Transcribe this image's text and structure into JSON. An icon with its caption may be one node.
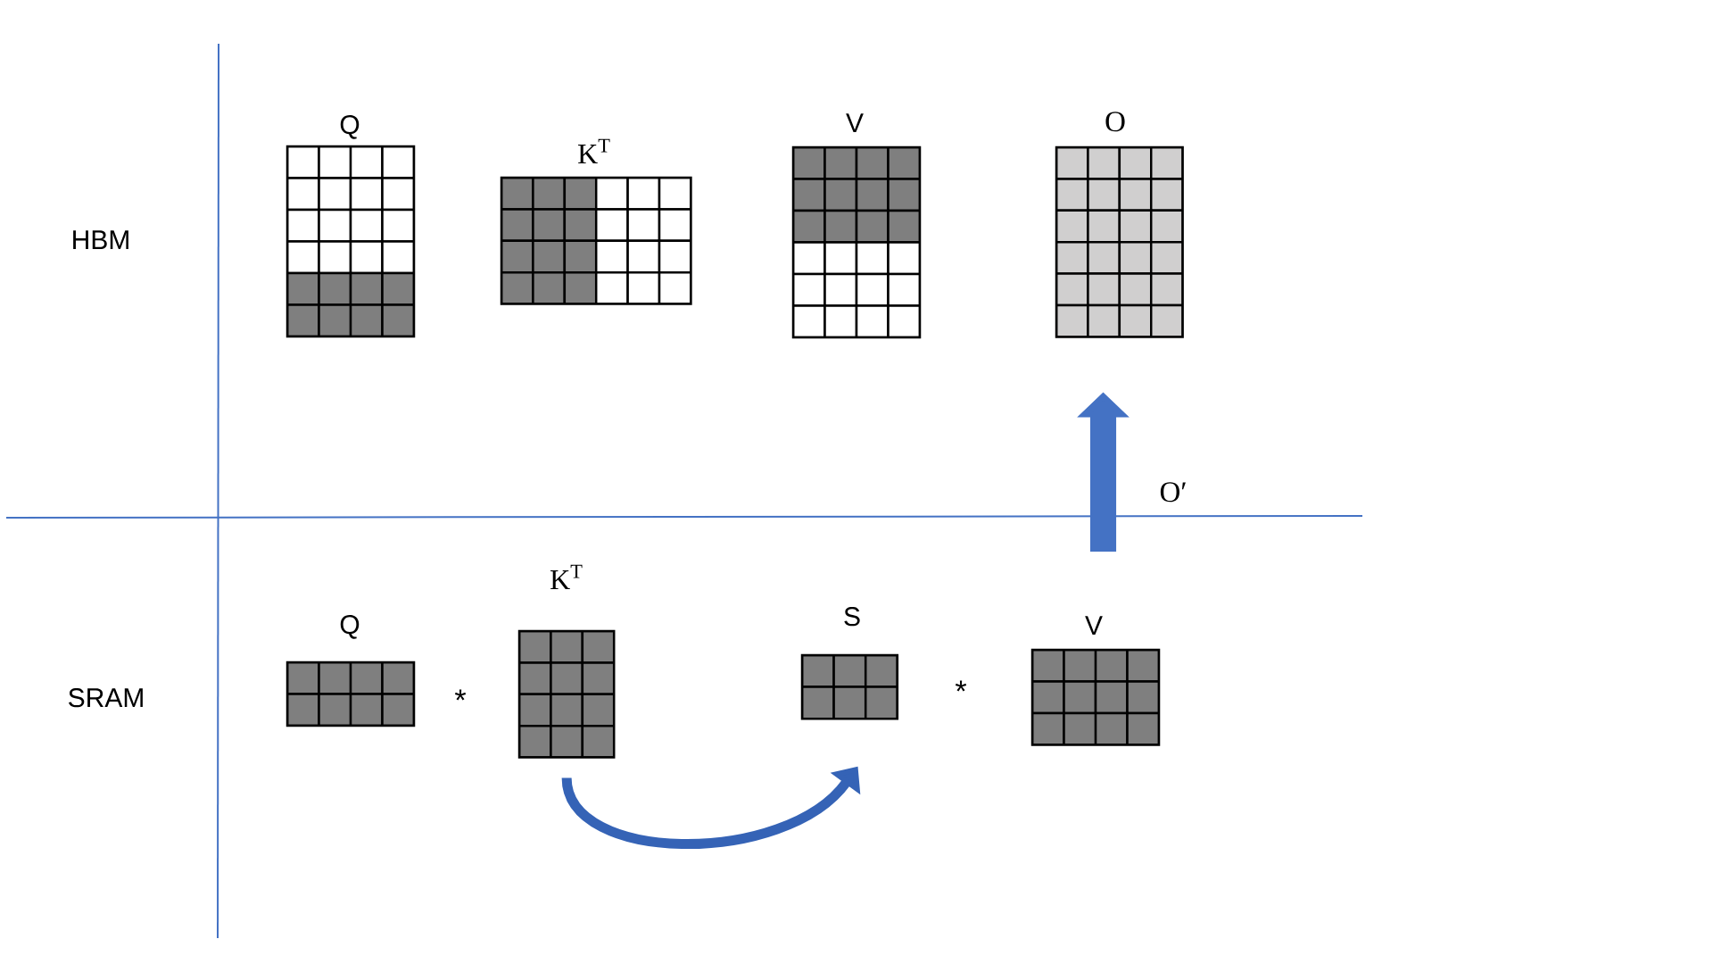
{
  "diagram": {
    "nodes": [
      {
        "text": [
          "Q"
        ]
      },
      {
        "text": [
          "K$^{T}$"
        ]
      },
      {
        "text": [
          "V"
        ]
      },
      {
        "text": [
          "O"
        ]
      },
      {
        "text": [
          "Q"
        ]
      },
      {
        "text": [
          "K$^{T}$"
        ]
      },
      {
        "text": [
          "S"
        ]
      },
      {
        "text": [
          "V"
        ]
      }
    ],
    "edges": [
      {
        "from": 5,
        "to": 6,
        "arrow": "to"
      },
      {
        "from": 7,
        "to": 3,
        "arrow": "to",
        "label": "O′",
        "style": "thick"
      }
    ],
    "labels": [
      "HBM",
      "SRAM",
      "*",
      "*"
    ]
  }
}
